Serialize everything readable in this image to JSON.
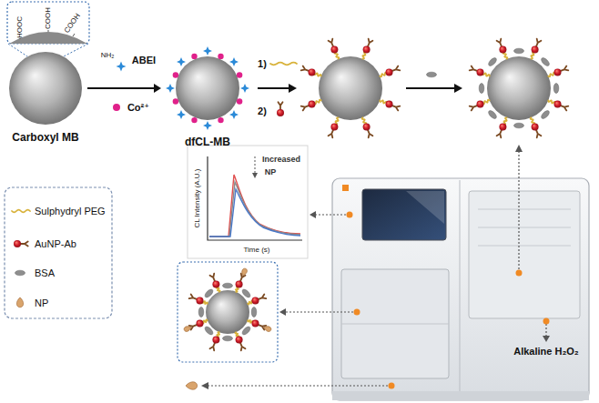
{
  "diagram": {
    "nodes": [
      {
        "text": [
          "Carboxyl MB"
        ]
      },
      {
        "text": [
          "dfCL-MB"
        ]
      }
    ],
    "edges": [
      {
        "from": 0,
        "to": 1,
        "arrow": "to"
      }
    ],
    "labels": [
      "HOOC",
      "COOH",
      "COOH",
      "NH₂",
      "ABEI",
      "Co²⁺",
      "1)",
      "2)",
      "CL Intensity (A.U.)",
      "Time (s)",
      "Increased",
      "NP",
      "Alkaline H₂O₂"
    ],
    "legend": [
      {
        "text": "Sulphydryl PEG"
      },
      {
        "text": "AuNP-Ab"
      },
      {
        "text": "BSA"
      },
      {
        "text": "NP"
      }
    ]
  }
}
